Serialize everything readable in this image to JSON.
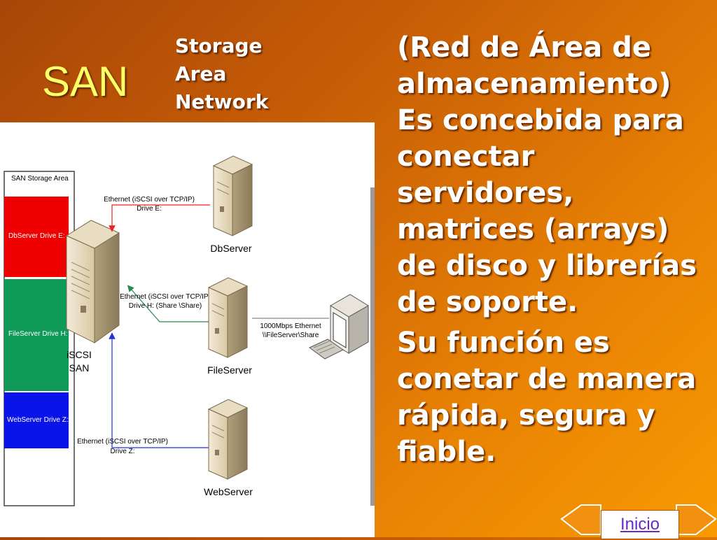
{
  "slide": {
    "title": "SAN",
    "subtitle_lines": [
      "Storage",
      "Area",
      "Network"
    ],
    "paragraphs": [
      "(Red de Área de almacenamiento) Es concebida para conectar servidores, matrices (arrays) de disco y librerías de soporte.",
      "Su función es conetar de manera rápida, segura y fiable."
    ],
    "nav_button": "Inicio"
  },
  "diagram": {
    "storage_area_label": "SAN Storage Area",
    "drives": [
      {
        "label": "DbServer Drive E:",
        "color": "#ee0000"
      },
      {
        "label": "FileServer Drive H:",
        "color": "#109a58"
      },
      {
        "label": "WebServer Drive Z:",
        "color": "#0a14e8"
      }
    ],
    "san_label": [
      "iSCSI",
      "SAN"
    ],
    "servers": [
      "DbServer",
      "FileServer",
      "WebServer"
    ],
    "links": [
      {
        "line1": "Ethernet (iSCSI over TCP/IP)",
        "line2": "Drive E:"
      },
      {
        "line1": "Ethernet (iSCSI over TCP/IP)",
        "line2": "Drive H: (Share \\Share)"
      },
      {
        "line1": "Ethernet (iSCSI over TCP/IP)",
        "line2": "Drive Z:"
      }
    ],
    "client_link": {
      "line1": "1000Mbps Ethernet",
      "line2": "\\\\FileServer\\Share"
    }
  },
  "colors": {
    "title": "#ffff66",
    "text": "#ffffff",
    "db_link": "#ee2222",
    "file_link": "#2a8a50",
    "web_link": "#2030e0"
  }
}
